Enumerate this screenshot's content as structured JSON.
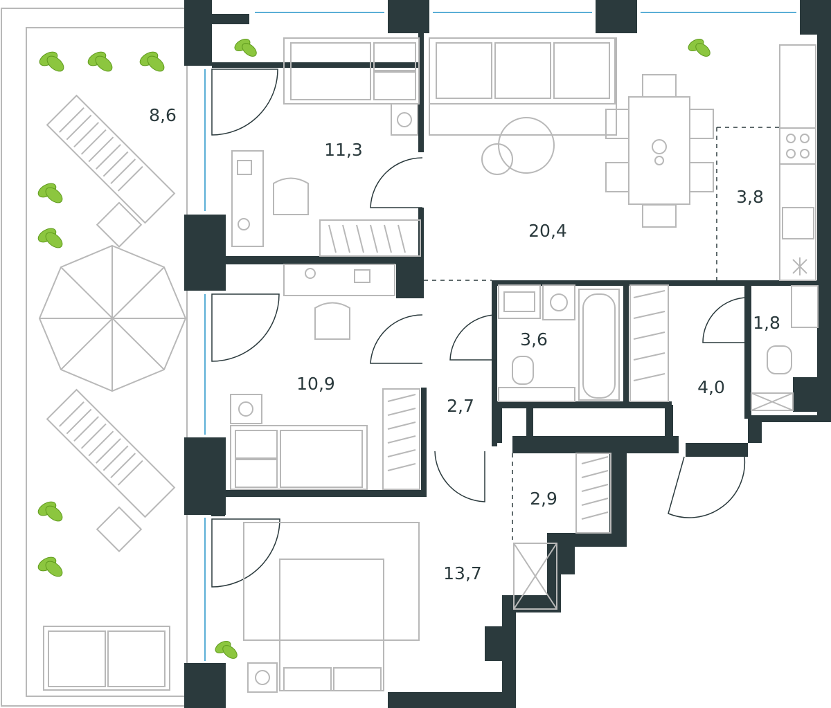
{
  "rooms": [
    {
      "id": "terrace",
      "area": "8,6"
    },
    {
      "id": "bedroom-1",
      "area": "11,3"
    },
    {
      "id": "living-room",
      "area": "20,4"
    },
    {
      "id": "kitchen",
      "area": "3,8"
    },
    {
      "id": "bedroom-2",
      "area": "10,9"
    },
    {
      "id": "bathroom",
      "area": "3,6"
    },
    {
      "id": "corridor",
      "area": "2,7"
    },
    {
      "id": "wc",
      "area": "1,8"
    },
    {
      "id": "hall",
      "area": "4,0"
    },
    {
      "id": "storage",
      "area": "2,9"
    },
    {
      "id": "bedroom-3",
      "area": "13,7"
    }
  ],
  "colors": {
    "wall": "#2b3a3d",
    "furniture": "#b8b8b8",
    "glass": "#5aaed6",
    "plant": "#8cc63f",
    "text": "#2b3a3d"
  }
}
